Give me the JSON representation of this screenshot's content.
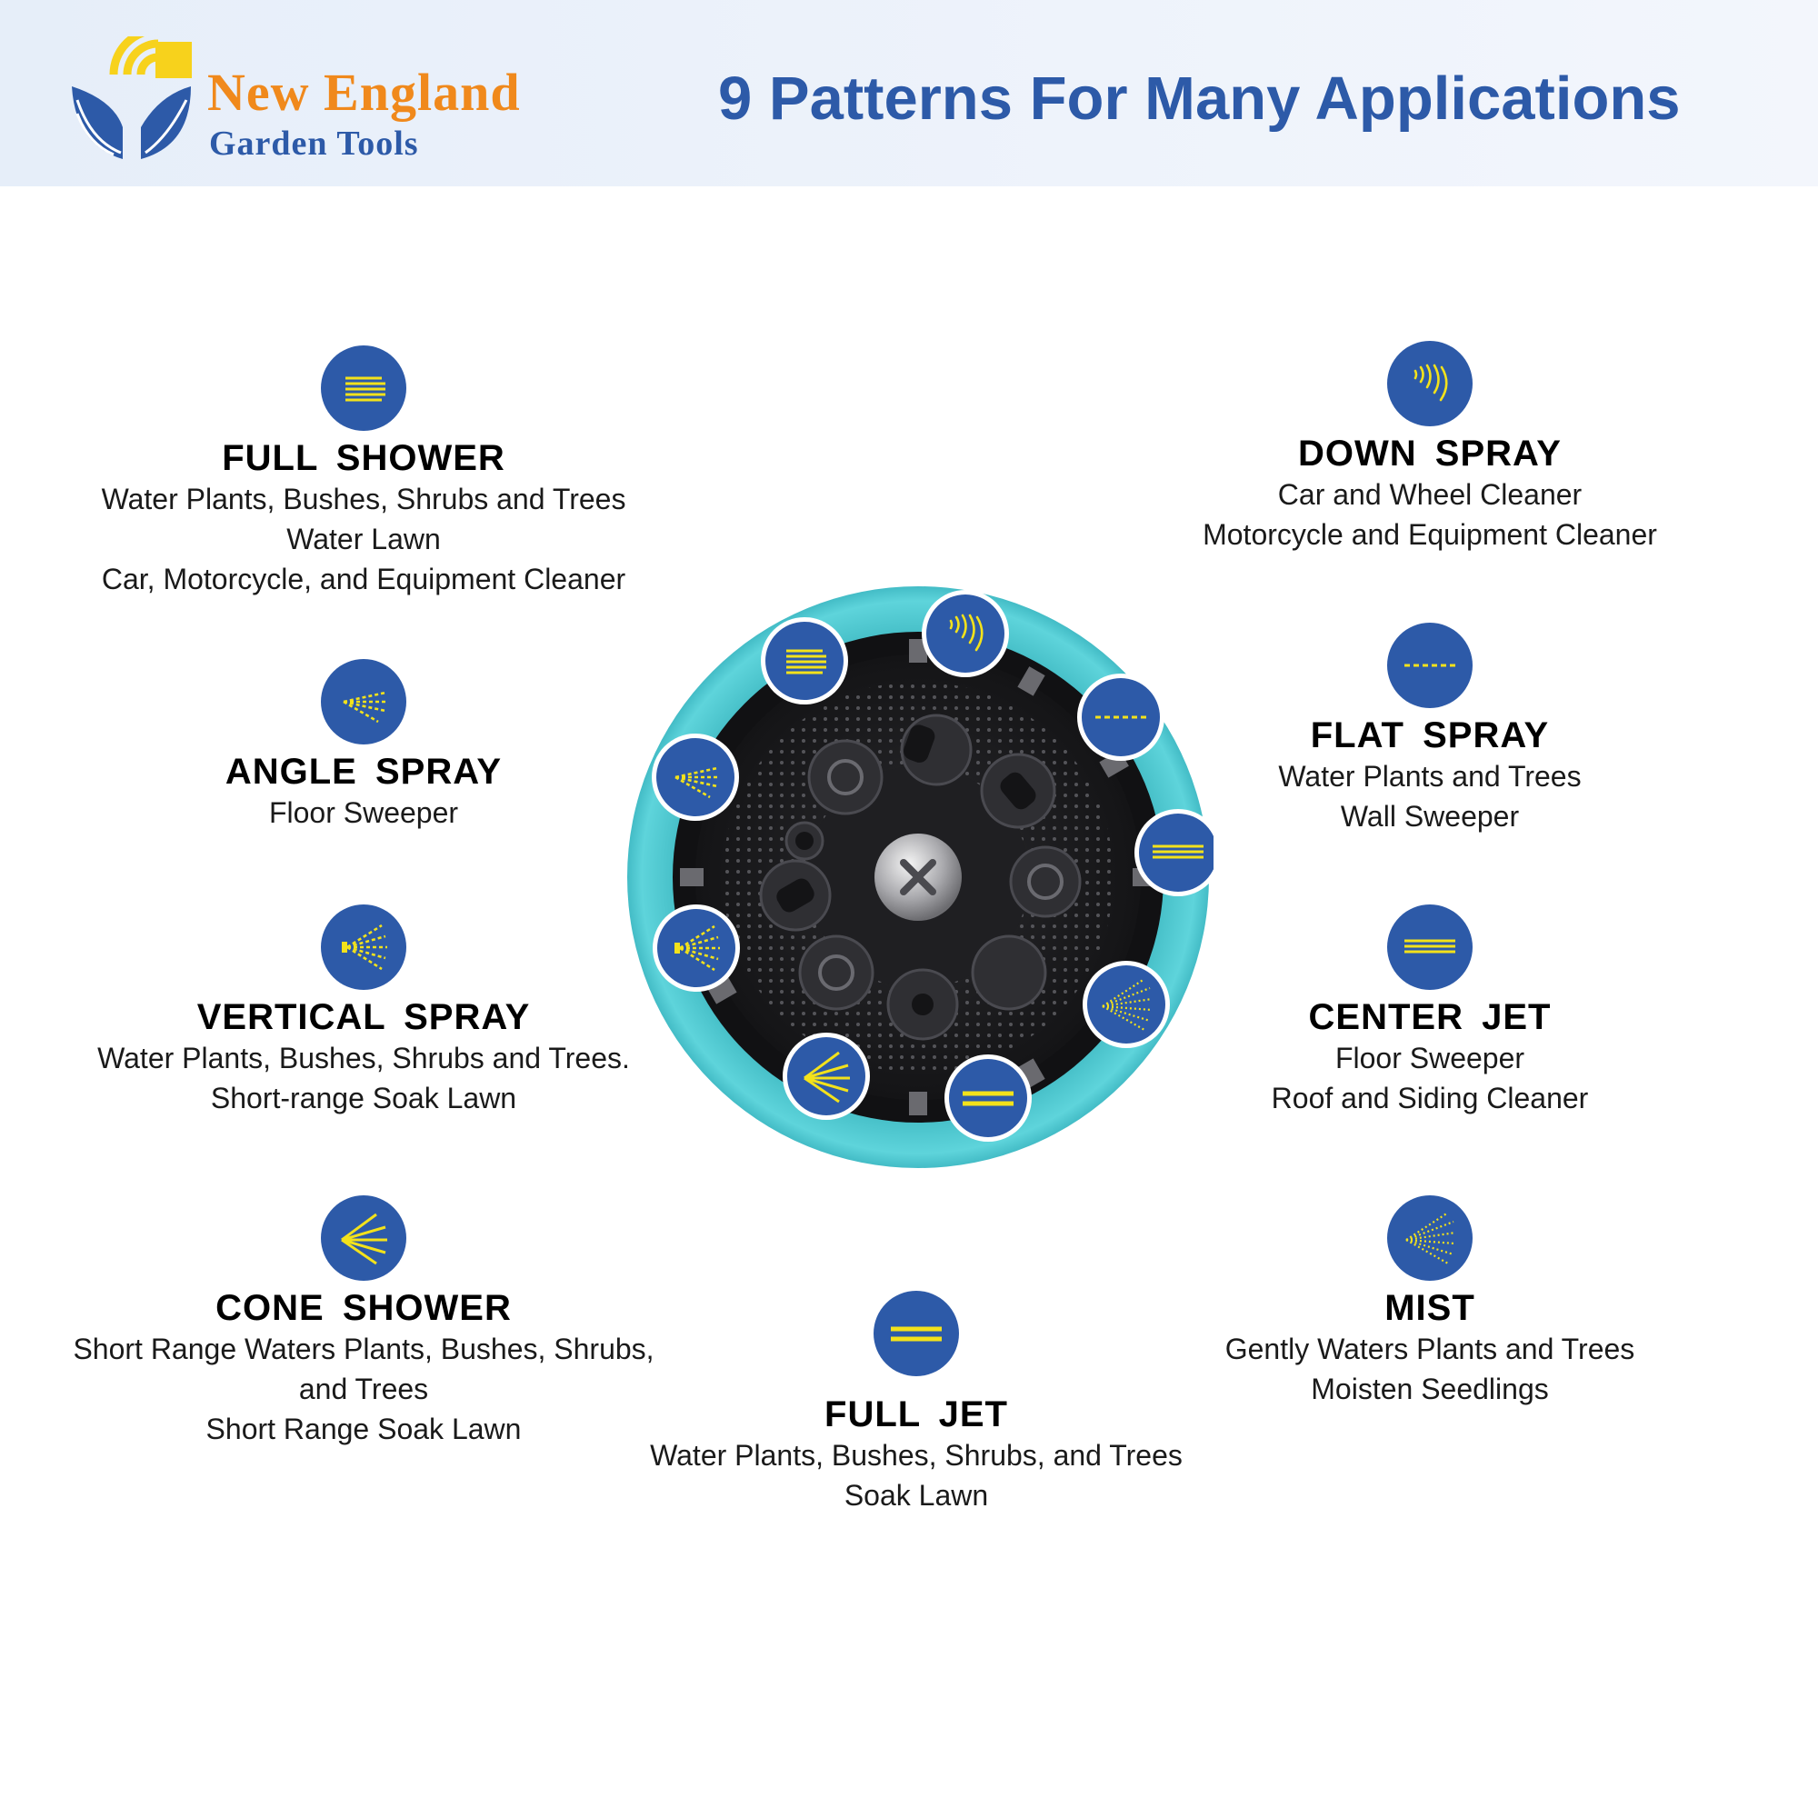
{
  "brand": {
    "line1": "New England",
    "line2": "Garden Tools",
    "colors": {
      "orange": "#f0891c",
      "yellow": "#f7d21c",
      "blue": "#2d5aa8"
    }
  },
  "title": "9 Patterns For Many Applications",
  "colors": {
    "icon_bg": "#2d5aa8",
    "icon_line": "#f3e21b",
    "nozzle_ring": "#49c7cf",
    "nozzle_face": "#1b1b1d"
  },
  "patterns": {
    "full_shower": {
      "name": "FULL SHOWER",
      "icon": "full-shower-icon",
      "lines": [
        "Water Plants, Bushes, Shrubs and Trees",
        "Water Lawn",
        "Car, Motorcycle, and Equipment Cleaner"
      ]
    },
    "angle_spray": {
      "name": "ANGLE SPRAY",
      "icon": "angle-spray-icon",
      "lines": [
        "Floor Sweeper"
      ]
    },
    "vertical_spray": {
      "name": "VERTICAL SPRAY",
      "icon": "vertical-spray-icon",
      "lines": [
        "Water Plants, Bushes, Shrubs and Trees.",
        "Short-range Soak Lawn"
      ]
    },
    "cone_shower": {
      "name": "CONE SHOWER",
      "icon": "cone-shower-icon",
      "lines": [
        "Short Range Waters Plants, Bushes, Shrubs,",
        "and Trees",
        "Short Range Soak Lawn"
      ]
    },
    "full_jet": {
      "name": "FULL JET",
      "icon": "full-jet-icon",
      "lines": [
        "Water Plants, Bushes, Shrubs, and Trees",
        "Soak Lawn"
      ]
    },
    "down_spray": {
      "name": "DOWN SPRAY",
      "icon": "down-spray-icon",
      "lines": [
        "Car and Wheel Cleaner",
        "Motorcycle and Equipment Cleaner"
      ]
    },
    "flat_spray": {
      "name": "FLAT SPRAY",
      "icon": "flat-spray-icon",
      "lines": [
        "Water Plants and Trees",
        "Wall Sweeper"
      ]
    },
    "center_jet": {
      "name": "CENTER JET",
      "icon": "center-jet-icon",
      "lines": [
        "Floor Sweeper",
        "Roof and Siding Cleaner"
      ]
    },
    "mist": {
      "name": "MIST",
      "icon": "mist-icon",
      "lines": [
        "Gently Waters Plants and Trees",
        "Moisten Seedlings"
      ]
    }
  }
}
